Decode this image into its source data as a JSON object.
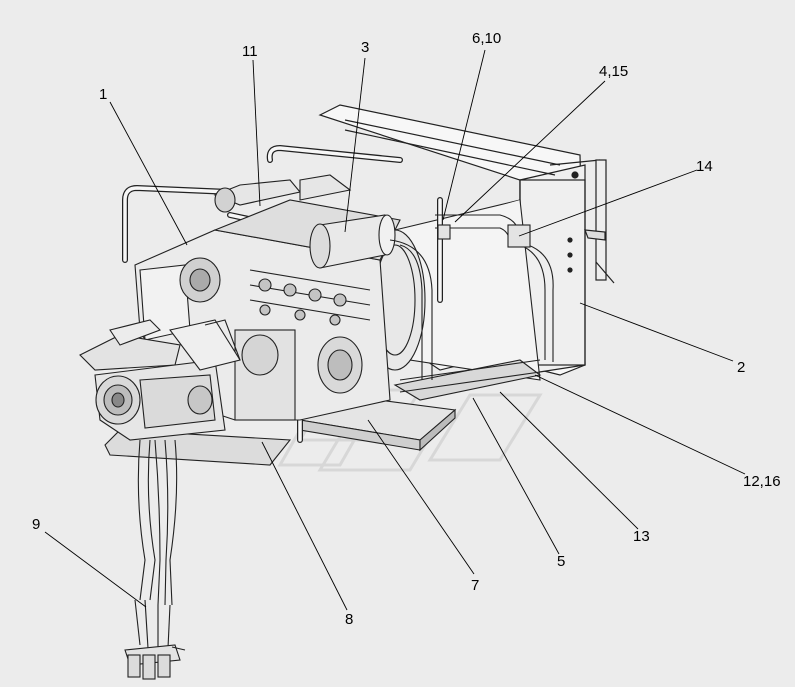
{
  "diagram": {
    "callouts": [
      {
        "id": "c1",
        "label": "1"
      },
      {
        "id": "c11",
        "label": "11"
      },
      {
        "id": "c3",
        "label": "3"
      },
      {
        "id": "c610",
        "label": "6,10"
      },
      {
        "id": "c415",
        "label": "4,15"
      },
      {
        "id": "c14",
        "label": "14"
      },
      {
        "id": "c2",
        "label": "2"
      },
      {
        "id": "c1216",
        "label": "12,16"
      },
      {
        "id": "c13",
        "label": "13"
      },
      {
        "id": "c5",
        "label": "5"
      },
      {
        "id": "c7",
        "label": "7"
      },
      {
        "id": "c8",
        "label": "8"
      },
      {
        "id": "c9",
        "label": "9"
      }
    ]
  }
}
